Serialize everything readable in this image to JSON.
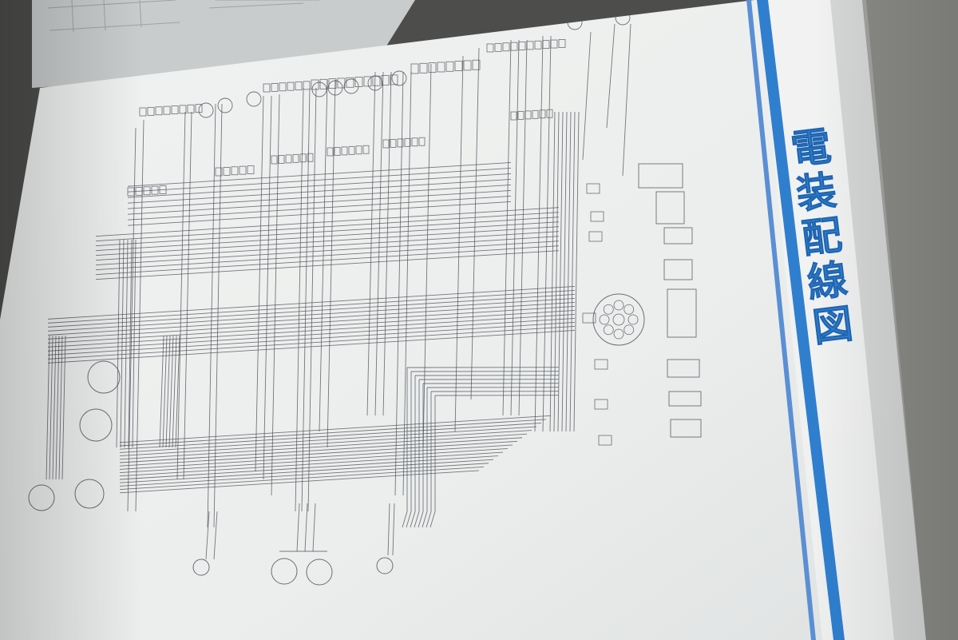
{
  "title": "電装配線図",
  "colors": {
    "background": "#6a6a66",
    "paper": "#ecefee",
    "paper_shadow": "#c9ccce",
    "accent": "#2f7fce",
    "wiring": "#4a4d55"
  },
  "diagram": {
    "kind": "electrical-wiring-diagram",
    "grid": {
      "wiring_lines": 40,
      "cross_links": 18
    },
    "connector_clusters": 7,
    "small_labels_legible": false
  }
}
